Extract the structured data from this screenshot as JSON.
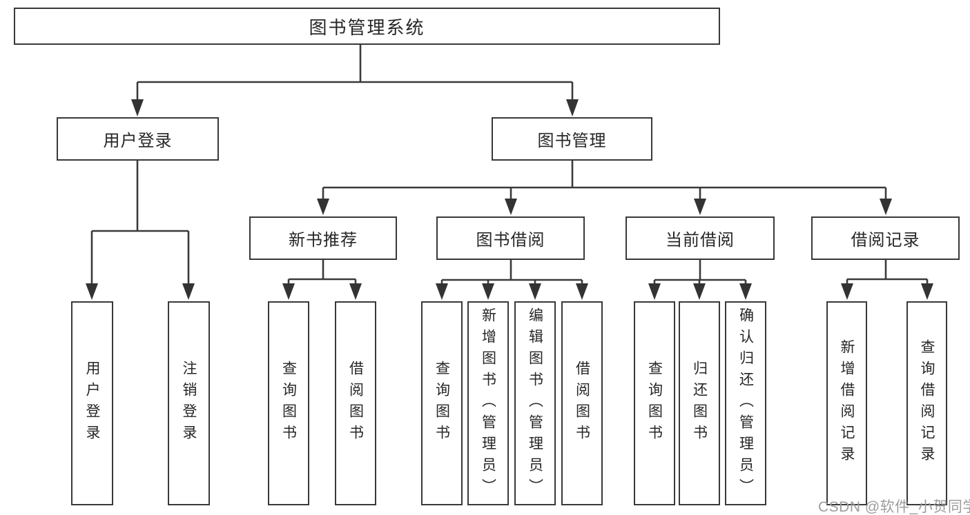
{
  "diagram": {
    "root": {
      "label": "图书管理系统"
    },
    "branches": {
      "user_login": {
        "label": "用户登录",
        "children": [
          {
            "label": "用户登录"
          },
          {
            "label": "注销登录"
          }
        ]
      },
      "book_management": {
        "label": "图书管理",
        "groups": [
          {
            "label": "新书推荐",
            "children": [
              {
                "label": "查询图书"
              },
              {
                "label": "借阅图书"
              }
            ]
          },
          {
            "label": "图书借阅",
            "children": [
              {
                "label": "查询图书"
              },
              {
                "label": "新增图书（管理员）"
              },
              {
                "label": "编辑图书（管理员）"
              },
              {
                "label": "借阅图书"
              }
            ]
          },
          {
            "label": "当前借阅",
            "children": [
              {
                "label": "查询图书"
              },
              {
                "label": "归还图书"
              },
              {
                "label": "确认归还（管理员）"
              }
            ]
          },
          {
            "label": "借阅记录",
            "children": [
              {
                "label": "新增借阅记录"
              },
              {
                "label": "查询借阅记录"
              }
            ]
          }
        ]
      }
    }
  },
  "watermark": {
    "text": "CSDN @软件_小贺同学"
  },
  "colors": {
    "background": "#ffffff",
    "line": "#3a3a3a",
    "box_border": "#383838",
    "text": "#262626",
    "watermark": "#9c9c9c"
  }
}
